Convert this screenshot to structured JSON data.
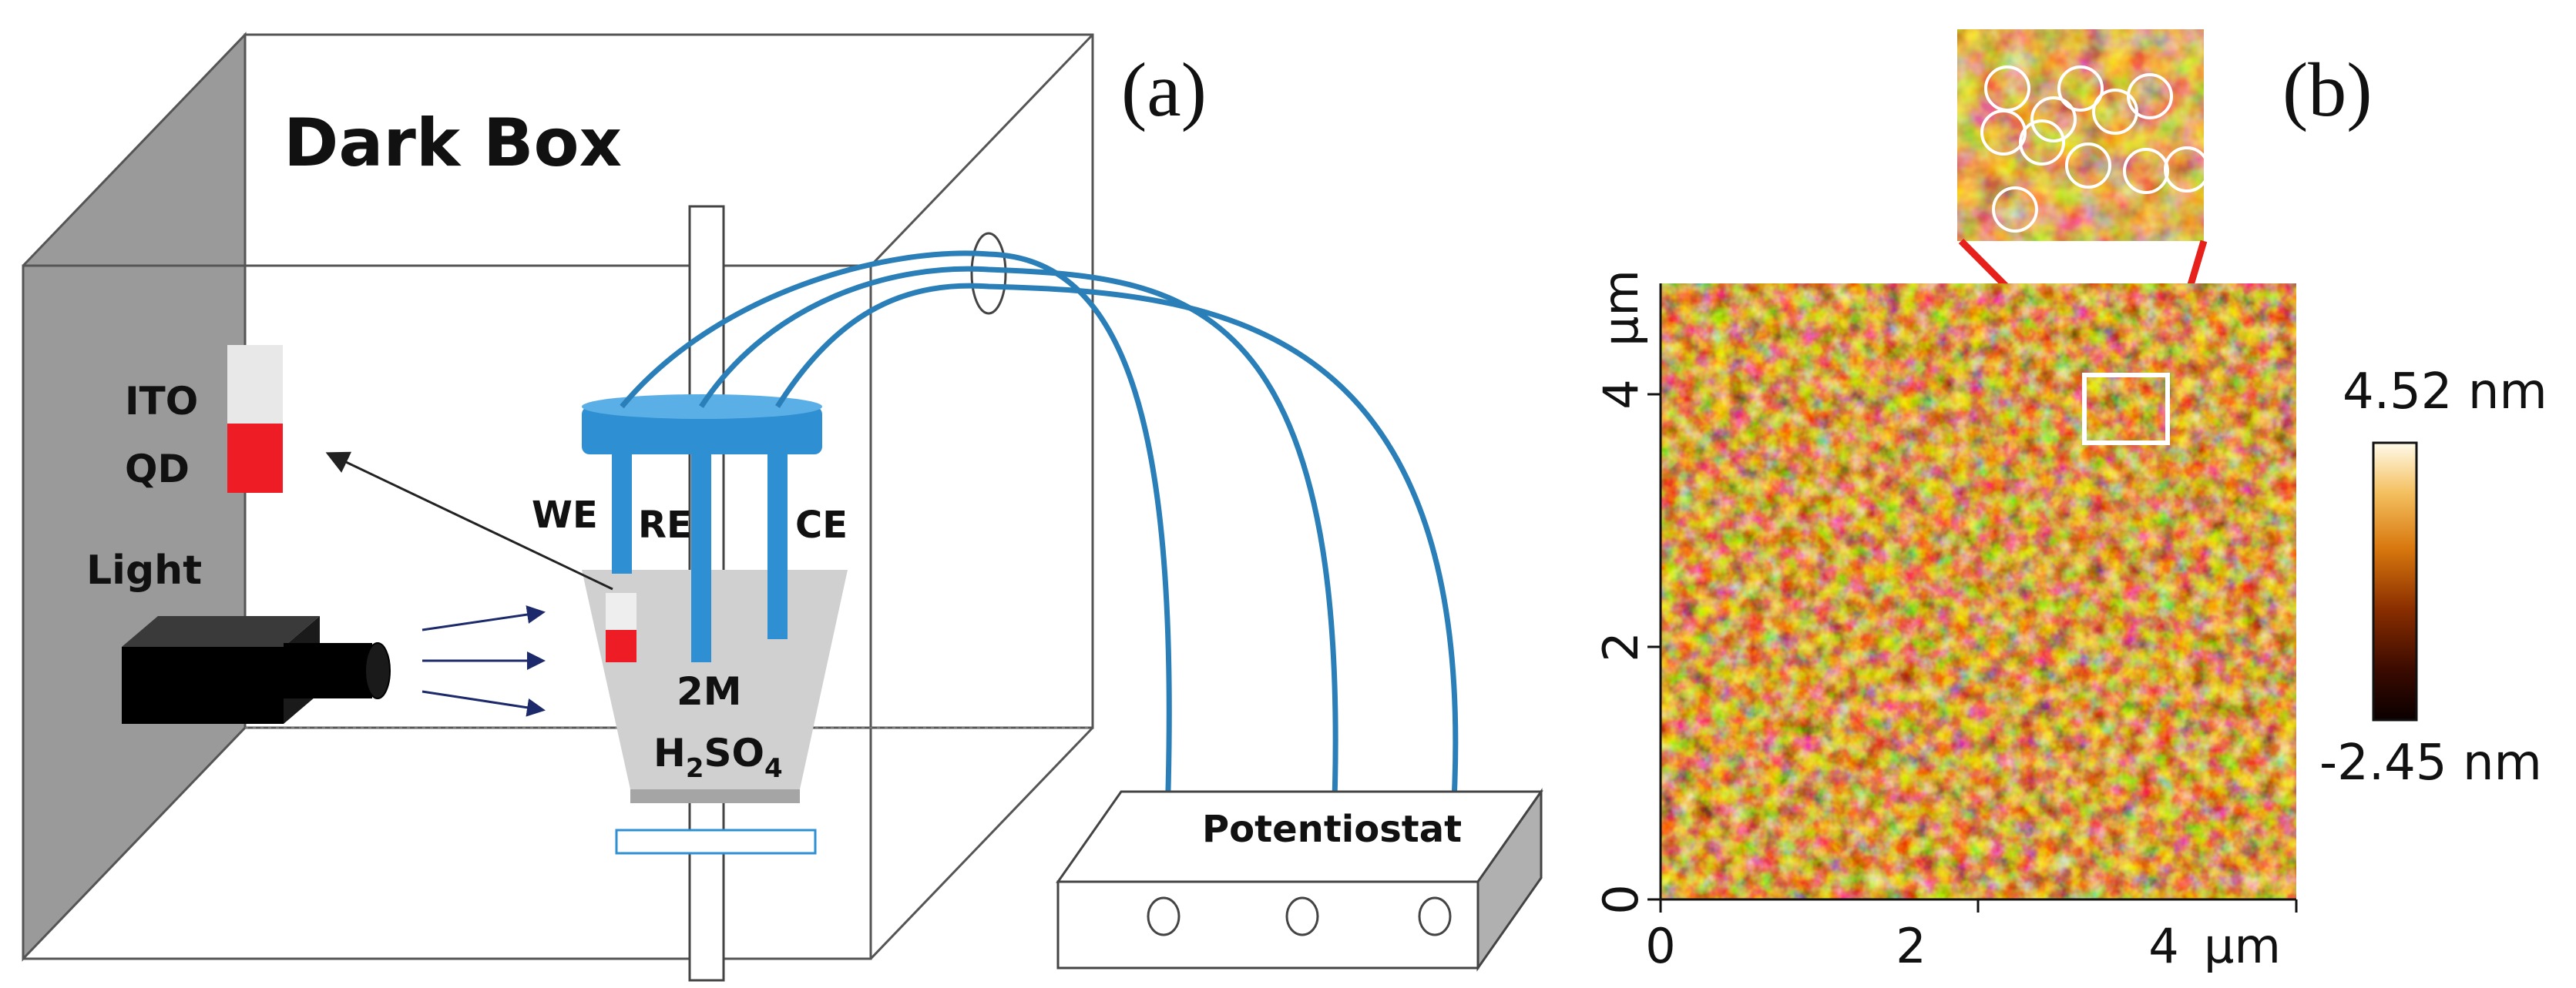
{
  "panel_a": {
    "label": "(a)",
    "box_title": "Dark Box",
    "ito_label": "ITO",
    "qd_label": "QD",
    "light_label": "Light",
    "we_label": "WE",
    "re_label": "RE",
    "ce_label": "CE",
    "electrolyte_line1": "2M",
    "electrolyte_line2_base": "H",
    "electrolyte_line2_sub1": "2",
    "electrolyte_line2_mid": "SO",
    "electrolyte_line2_sub2": "4",
    "instrument_label": "Potentiostat"
  },
  "panel_b": {
    "label": "(b)",
    "y_axis_unit": "µm",
    "x_axis_unit": "µm",
    "y_ticks": [
      "0",
      "2",
      "4"
    ],
    "x_ticks": [
      "0",
      "2",
      "4"
    ],
    "colorbar_max": "4.52 nm",
    "colorbar_min": "-2.45 nm"
  },
  "colors": {
    "electrode_blue": "#2f8fd3",
    "cable_blue": "#2a7fb8",
    "qd_red": "#ee1c25",
    "wall_gray": "#9a9a9a",
    "beaker_gray": "#d0d0d0",
    "zoom_red": "#e8201c"
  }
}
